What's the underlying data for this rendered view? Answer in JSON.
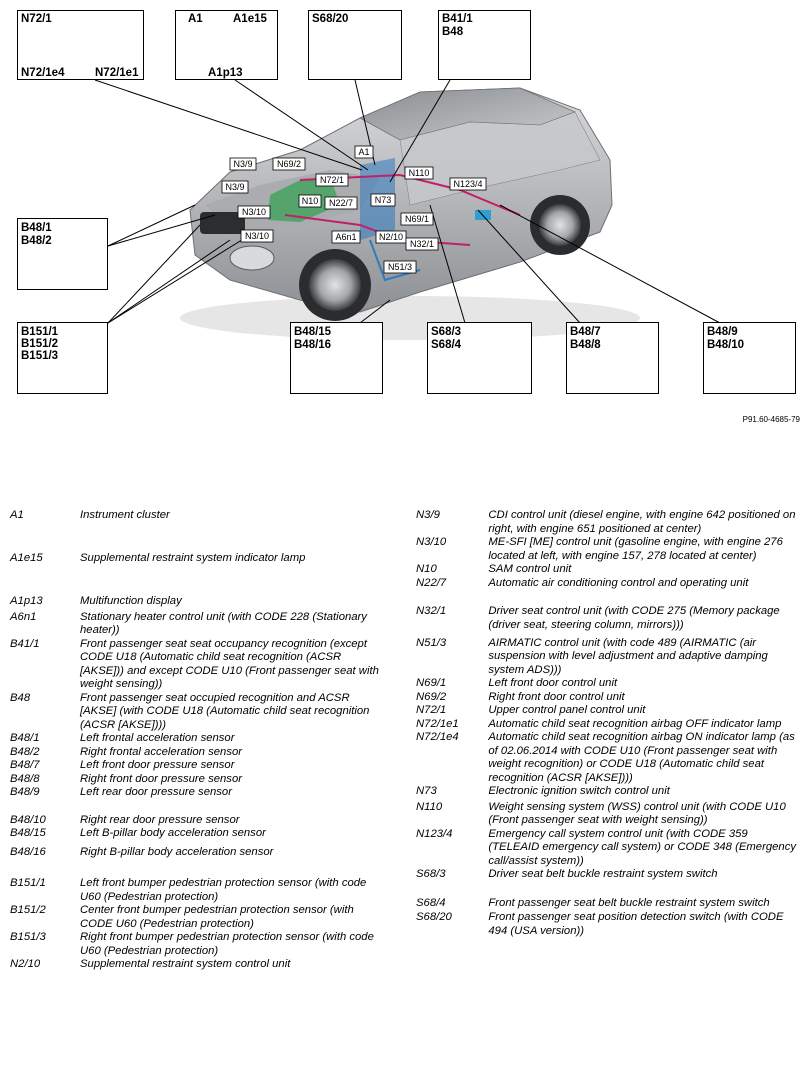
{
  "diagram": {
    "figure_ref": "P91.60-4685-79",
    "callout_boxes": [
      {
        "id": "n72",
        "lines": [
          "N72/1",
          "N72/1e4",
          "N72/1e1"
        ]
      },
      {
        "id": "a1",
        "lines": [
          "A1",
          "A1e15",
          "A1p13"
        ]
      },
      {
        "id": "s6820",
        "lines": [
          "S68/20"
        ]
      },
      {
        "id": "b411",
        "lines": [
          "B41/1",
          "B48"
        ]
      },
      {
        "id": "b481",
        "lines": [
          "B48/1",
          "B48/2"
        ]
      },
      {
        "id": "b1511",
        "lines": [
          "B151/1",
          "B151/2",
          "B151/3"
        ]
      },
      {
        "id": "b4815",
        "lines": [
          "B48/15",
          "B48/16"
        ]
      },
      {
        "id": "s683",
        "lines": [
          "S68/3",
          "S68/4"
        ]
      },
      {
        "id": "b487",
        "lines": [
          "B48/7",
          "B48/8"
        ]
      },
      {
        "id": "b489",
        "lines": [
          "B48/9",
          "B48/10"
        ]
      }
    ],
    "car_labels": [
      "N3/9",
      "N69/2",
      "A1",
      "N72/1",
      "N3/9",
      "N3/10",
      "N10",
      "N22/7",
      "N73",
      "N110",
      "N123/4",
      "N69/1",
      "A6n1",
      "N2/10",
      "N3/10",
      "N32/1",
      "N51/3"
    ]
  },
  "legend": {
    "left": [
      {
        "code": "A1",
        "desc": "Instrument cluster"
      },
      {
        "code": "A1e15",
        "desc": "Supplemental restraint system indicator lamp"
      },
      {
        "code": "A1p13",
        "desc": "Multifunction display"
      },
      {
        "code": "A6n1",
        "desc": "Stationary heater control unit (with CODE 228 (Stationary heater))"
      },
      {
        "code": "B41/1",
        "desc": "Front passenger seat seat occupancy recognition (except CODE U18 (Automatic child seat recognition (ACSR [AKSE])) and except CODE U10 (Front passenger seat with weight sensing))"
      },
      {
        "code": "B48",
        "desc": "Front passenger seat occupied recognition and ACSR [AKSE] (with CODE U18 (Automatic child seat recognition (ACSR [AKSE])))"
      },
      {
        "code": "B48/1",
        "desc": "Left frontal acceleration sensor"
      },
      {
        "code": "B48/2",
        "desc": "Right frontal acceleration sensor"
      },
      {
        "code": "B48/7",
        "desc": "Left front door pressure sensor"
      },
      {
        "code": "B48/8",
        "desc": "Right front door pressure sensor"
      },
      {
        "code": "B48/9",
        "desc": "Left rear door pressure sensor"
      },
      {
        "code": "B48/10",
        "desc": "Right rear door pressure sensor"
      },
      {
        "code": "B48/15",
        "desc": "Left B-pillar body acceleration sensor"
      },
      {
        "code": "B48/16",
        "desc": "Right B-pillar body acceleration sensor"
      },
      {
        "code": "B151/1",
        "desc": "Left front bumper pedestrian protection sensor (with code U60 (Pedestrian protection)"
      },
      {
        "code": "B151/2",
        "desc": "Center front bumper pedestrian protection sensor (with CODE U60 (Pedestrian protection)"
      },
      {
        "code": "B151/3",
        "desc": "Right front bumper pedestrian protection sensor (with code U60 (Pedestrian protection)"
      },
      {
        "code": "N2/10",
        "desc": "Supplemental restraint system control unit"
      }
    ],
    "right": [
      {
        "code": "N3/9",
        "desc": "CDI control unit (diesel engine, with engine 642 positioned on right, with engine 651 positioned at center)"
      },
      {
        "code": "N3/10",
        "desc": "ME-SFI [ME] control unit (gasoline engine, with engine 276 located at left, with engine 157, 278 located at center)"
      },
      {
        "code": "N10",
        "desc": "SAM control unit"
      },
      {
        "code": "N22/7",
        "desc": "Automatic air conditioning control and operating unit"
      },
      {
        "code": "N32/1",
        "desc": "Driver seat control unit (with CODE 275 (Memory package (driver seat, steering column, mirrors)))"
      },
      {
        "code": "N51/3",
        "desc": "AIRMATIC control unit (with code 489 (AIRMATIC (air suspension with level adjustment and adaptive damping system ADS)))"
      },
      {
        "code": "N69/1",
        "desc": "Left front door control unit"
      },
      {
        "code": "N69/2",
        "desc": "Right front door control unit"
      },
      {
        "code": "N72/1",
        "desc": "Upper control panel control unit"
      },
      {
        "code": "N72/1e1",
        "desc": "Automatic child seat recognition airbag OFF indicator lamp"
      },
      {
        "code": "N72/1e4",
        "desc": "Automatic child seat recognition airbag ON indicator lamp (as of 02.06.2014 with CODE U10 (Front passenger seat with weight recognition) or CODE U18 (Automatic child seat recognition (ACSR [AKSE])))"
      },
      {
        "code": "N73",
        "desc": "Electronic ignition switch control unit"
      },
      {
        "code": "N110",
        "desc": "Weight sensing system (WSS) control unit (with CODE U10 (Front passenger seat with weight sensing))"
      },
      {
        "code": "N123/4",
        "desc": "Emergency call system control unit (with CODE 359 (TELEAID emergency call system) or CODE 348 (Emergency call/assist system))"
      },
      {
        "code": "S68/3",
        "desc": "Driver seat belt buckle restraint system switch"
      },
      {
        "code": "S68/4",
        "desc": "Front passenger seat belt buckle restraint system switch"
      },
      {
        "code": "S68/20",
        "desc": "Front passenger seat position detection switch (with CODE 494 (USA version))"
      }
    ]
  }
}
